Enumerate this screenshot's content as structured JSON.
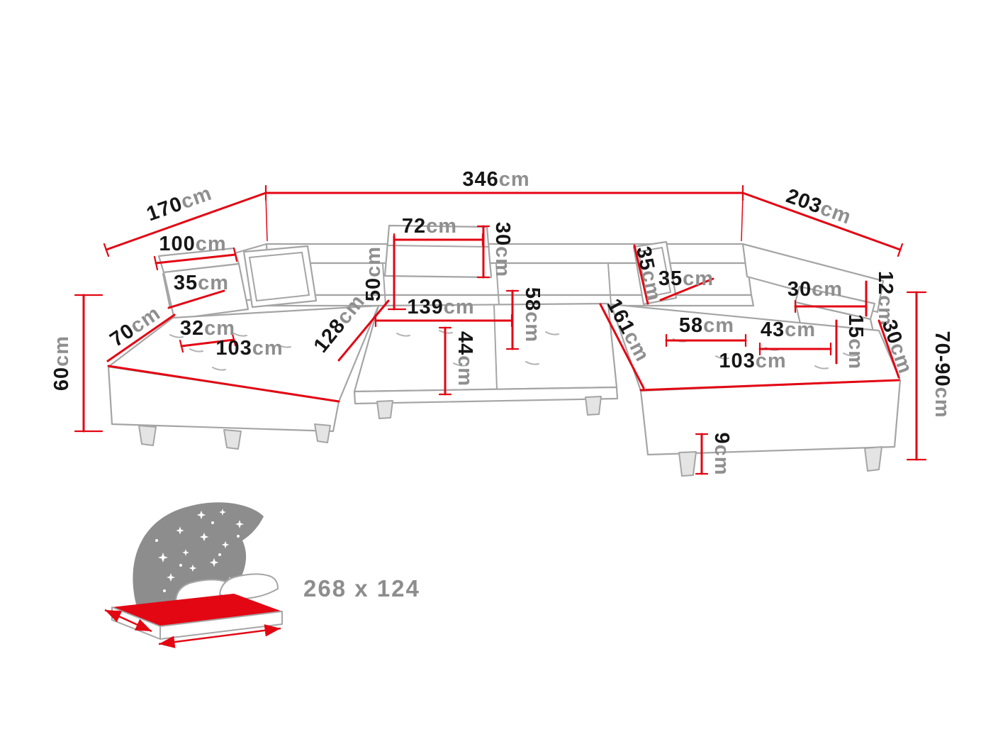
{
  "unit_default": "cm",
  "dims": {
    "back_width": {
      "value": "346",
      "unit": "cm"
    },
    "left_depth": {
      "value": "170",
      "unit": "cm"
    },
    "right_depth": {
      "value": "203",
      "unit": "cm"
    },
    "left_armrest_length": {
      "value": "100",
      "unit": "cm"
    },
    "left_armrest_height": {
      "value": "35",
      "unit": "cm"
    },
    "left_corner_edge": {
      "value": "70",
      "unit": "cm"
    },
    "left_armrest_width": {
      "value": "32",
      "unit": "cm"
    },
    "left_chaise_length": {
      "value": "103",
      "unit": "cm"
    },
    "left_height": {
      "value": "60",
      "unit": "cm"
    },
    "left_seat_diagonal": {
      "value": "128",
      "unit": "cm"
    },
    "headrest_drop": {
      "value": "50",
      "unit": "cm"
    },
    "headrest_width": {
      "value": "72",
      "unit": "cm"
    },
    "headrest_height": {
      "value": "30",
      "unit": "cm"
    },
    "middle_seat_width": {
      "value": "139",
      "unit": "cm"
    },
    "middle_seat_depth": {
      "value": "58",
      "unit": "cm"
    },
    "seat_front_depth": {
      "value": "44",
      "unit": "cm"
    },
    "right_pillow_side": {
      "value": "35",
      "unit": "cm"
    },
    "right_pillow_top": {
      "value": "35",
      "unit": "cm"
    },
    "right_seat_length": {
      "value": "161",
      "unit": "cm"
    },
    "right_seat_width": {
      "value": "58",
      "unit": "cm"
    },
    "right_armrest_top": {
      "value": "30",
      "unit": "cm"
    },
    "right_armrest_edge": {
      "value": "12",
      "unit": "cm"
    },
    "right_armrest_side": {
      "value": "15",
      "unit": "cm"
    },
    "right_armrest_length": {
      "value": "43",
      "unit": "cm"
    },
    "right_corner_edge": {
      "value": "30",
      "unit": "cm"
    },
    "right_chaise_length": {
      "value": "103",
      "unit": "cm"
    },
    "right_height": {
      "value": "70-90",
      "unit": "cm"
    },
    "leg_height": {
      "value": "9",
      "unit": "cm"
    }
  },
  "sleeping_area": {
    "label": "268 x 124"
  },
  "colors": {
    "dimension_line": "#e30613",
    "number_text": "#161616",
    "unit_text": "#8f8f8f",
    "outline": "#a5a5a5",
    "icon_gray": "#8d8d8d",
    "mattress_red": "#e30613"
  }
}
